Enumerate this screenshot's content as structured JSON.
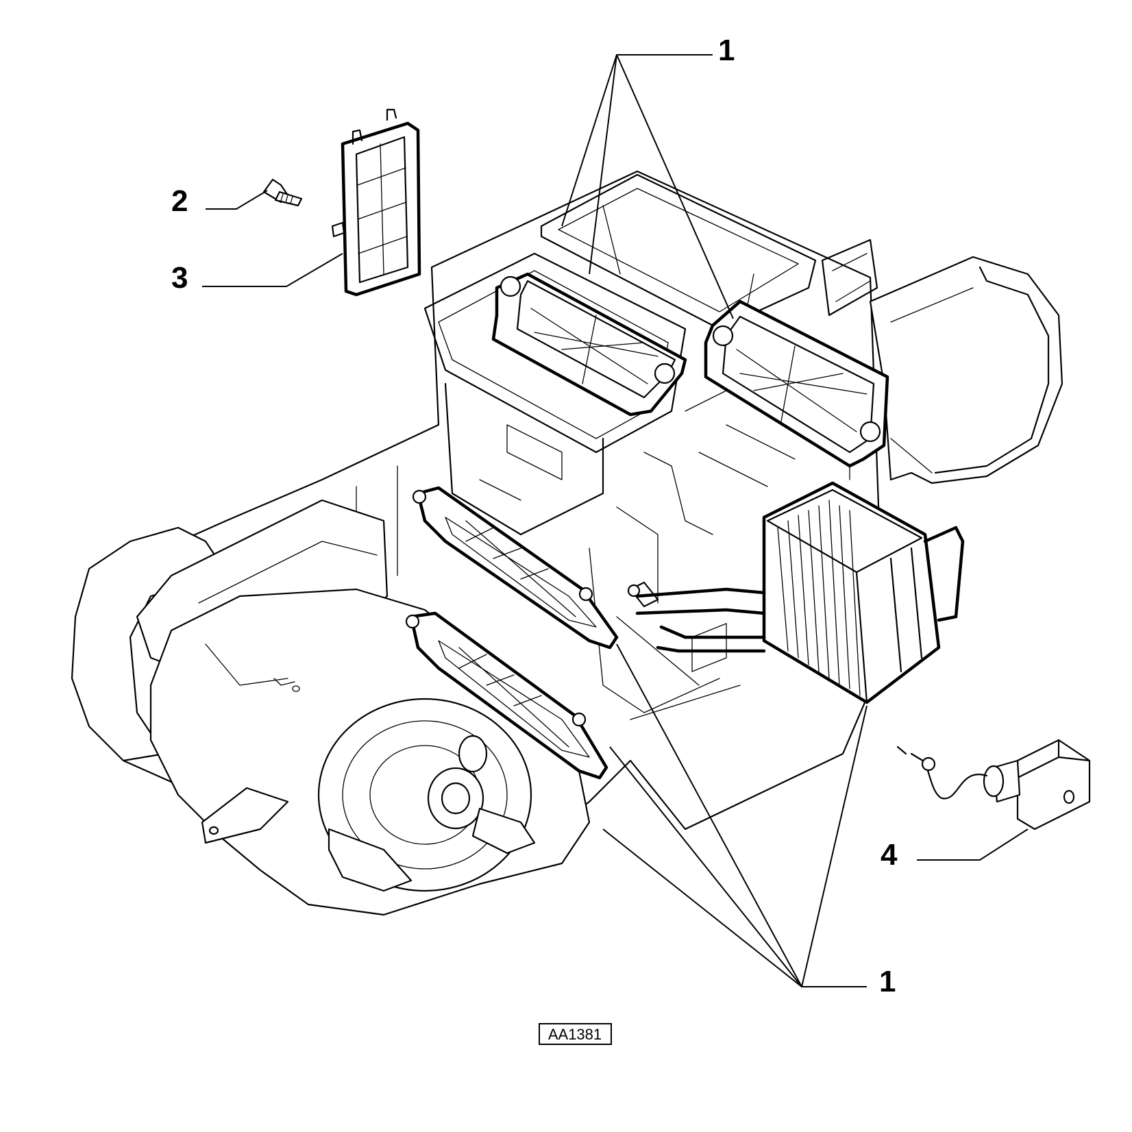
{
  "callouts": {
    "c1_top": "1",
    "c2": "2",
    "c3": "3",
    "c4": "4",
    "c1_bottom": "1"
  },
  "reference_code": "AA1381"
}
